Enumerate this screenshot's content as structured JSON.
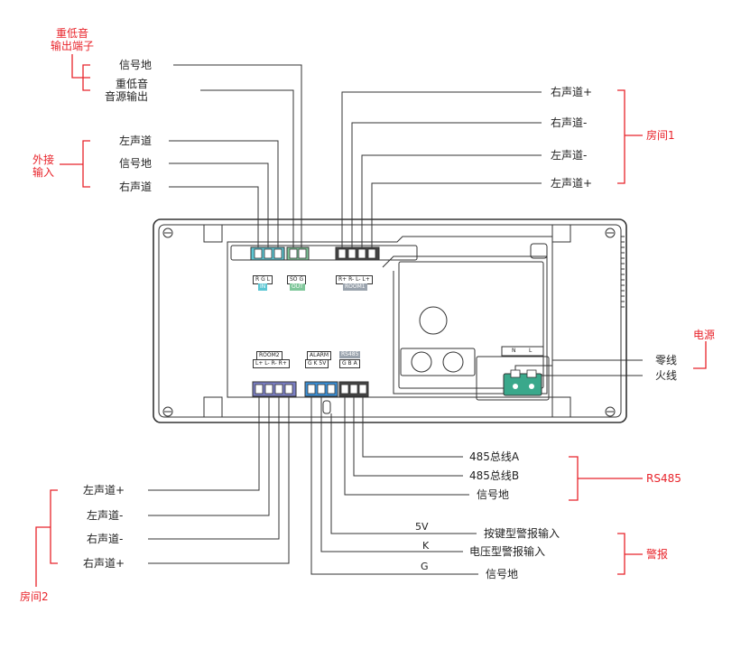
{
  "groups": {
    "subwoofer_terminal": [
      "重低音",
      "输出端子"
    ],
    "external_input": [
      "外接",
      "输入"
    ],
    "room1": "房间1",
    "room2": "房间2",
    "power": "电源",
    "rs485": "RS485",
    "alarm": "警报"
  },
  "labels": {
    "signal_ground_top": "信号地",
    "subwoofer_out": [
      "重低音",
      "音源输出"
    ],
    "ext_left": "左声道",
    "ext_ground": "信号地",
    "ext_right": "右声道",
    "r1_right_plus": "右声道+",
    "r1_right_minus": "右声道-",
    "r1_left_minus": "左声道-",
    "r1_left_plus": "左声道+",
    "neutral": "零线",
    "live": "火线",
    "bus_a": "485总线A",
    "bus_b": "485总线B",
    "rs_ground": "信号地",
    "key_alarm": "按键型警报输入",
    "volt_alarm": "电压型警报输入",
    "alarm_ground": "信号地",
    "r2_left_plus": "左声道+",
    "r2_left_minus": "左声道-",
    "r2_right_minus": "右声道-",
    "r2_right_plus": "右声道+"
  },
  "alarm_signals": {
    "v5": "5V",
    "k": "K",
    "g": "G"
  },
  "device_labels": {
    "in_pins": "R  G  L",
    "in_tag": "IN",
    "out_pins": "SO  G",
    "out_tag": "OUT",
    "room1_pins": "R+  R-  L-  L+",
    "room1_tag": "ROOM1",
    "room2_tag": "ROOM2",
    "room2_pins": "L+  L-  R-  R+",
    "alarm_tag": "ALARM",
    "alarm_pins": "G  K  5V",
    "rs485_tag": "RS485",
    "rs485_pins": "G  B  A",
    "n": "N",
    "l": "L"
  },
  "colors": {
    "accent_red": "#e8232a",
    "terminal_teal": "#5bc6d3",
    "terminal_green": "#7fc79a",
    "terminal_purple": "#7b7fc4",
    "terminal_blue": "#3a8fd6",
    "terminal_dark": "#333333",
    "power_green": "#3aa88b"
  }
}
